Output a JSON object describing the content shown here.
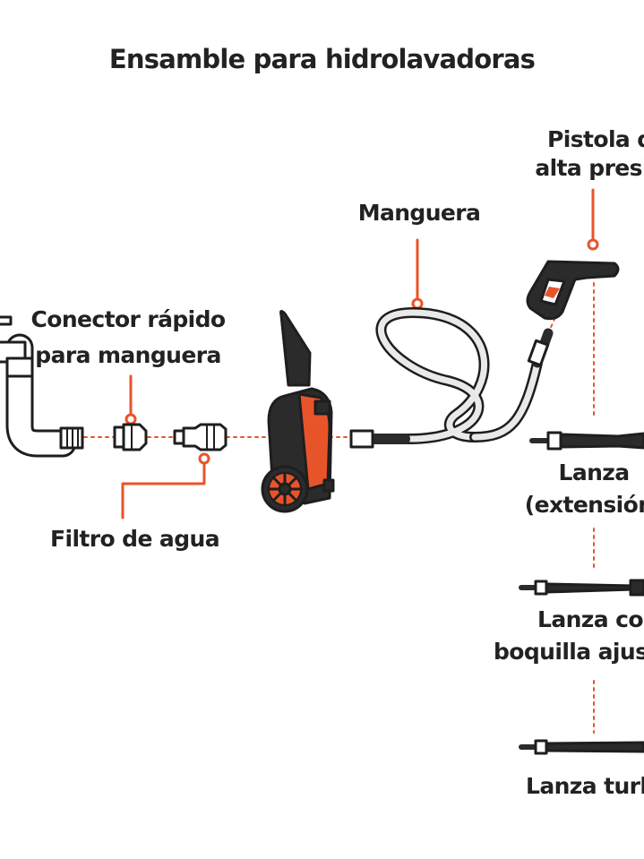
{
  "title": "Ensamble para hidrolavadoras",
  "labels": {
    "gun_line1": "Pistola de",
    "gun_line2": "alta presión",
    "hose": "Manguera",
    "connector_line1": "Conector rápido",
    "connector_line2": "para manguera",
    "filter": "Filtro de agua",
    "lance_line1": "Lanza",
    "lance_line2": "(extensión)",
    "adjustable_line1": "Lanza con",
    "adjustable_line2": "boquilla ajustable",
    "turbo": "Lanza turbo"
  },
  "colors": {
    "accent": "#e8542a",
    "dark": "#2b2b2b",
    "outline": "#1e1e1e",
    "hose_fill": "#e9e9e9"
  },
  "icons": {
    "faucet": "faucet-icon",
    "connector": "quick-connector-icon",
    "filter": "water-filter-icon",
    "washer": "pressure-washer-icon",
    "hose": "hose-coil-icon",
    "gun": "spray-gun-icon",
    "lance": "lance-extension-icon",
    "adjustable": "adjustable-nozzle-icon",
    "turbo": "turbo-nozzle-icon"
  }
}
